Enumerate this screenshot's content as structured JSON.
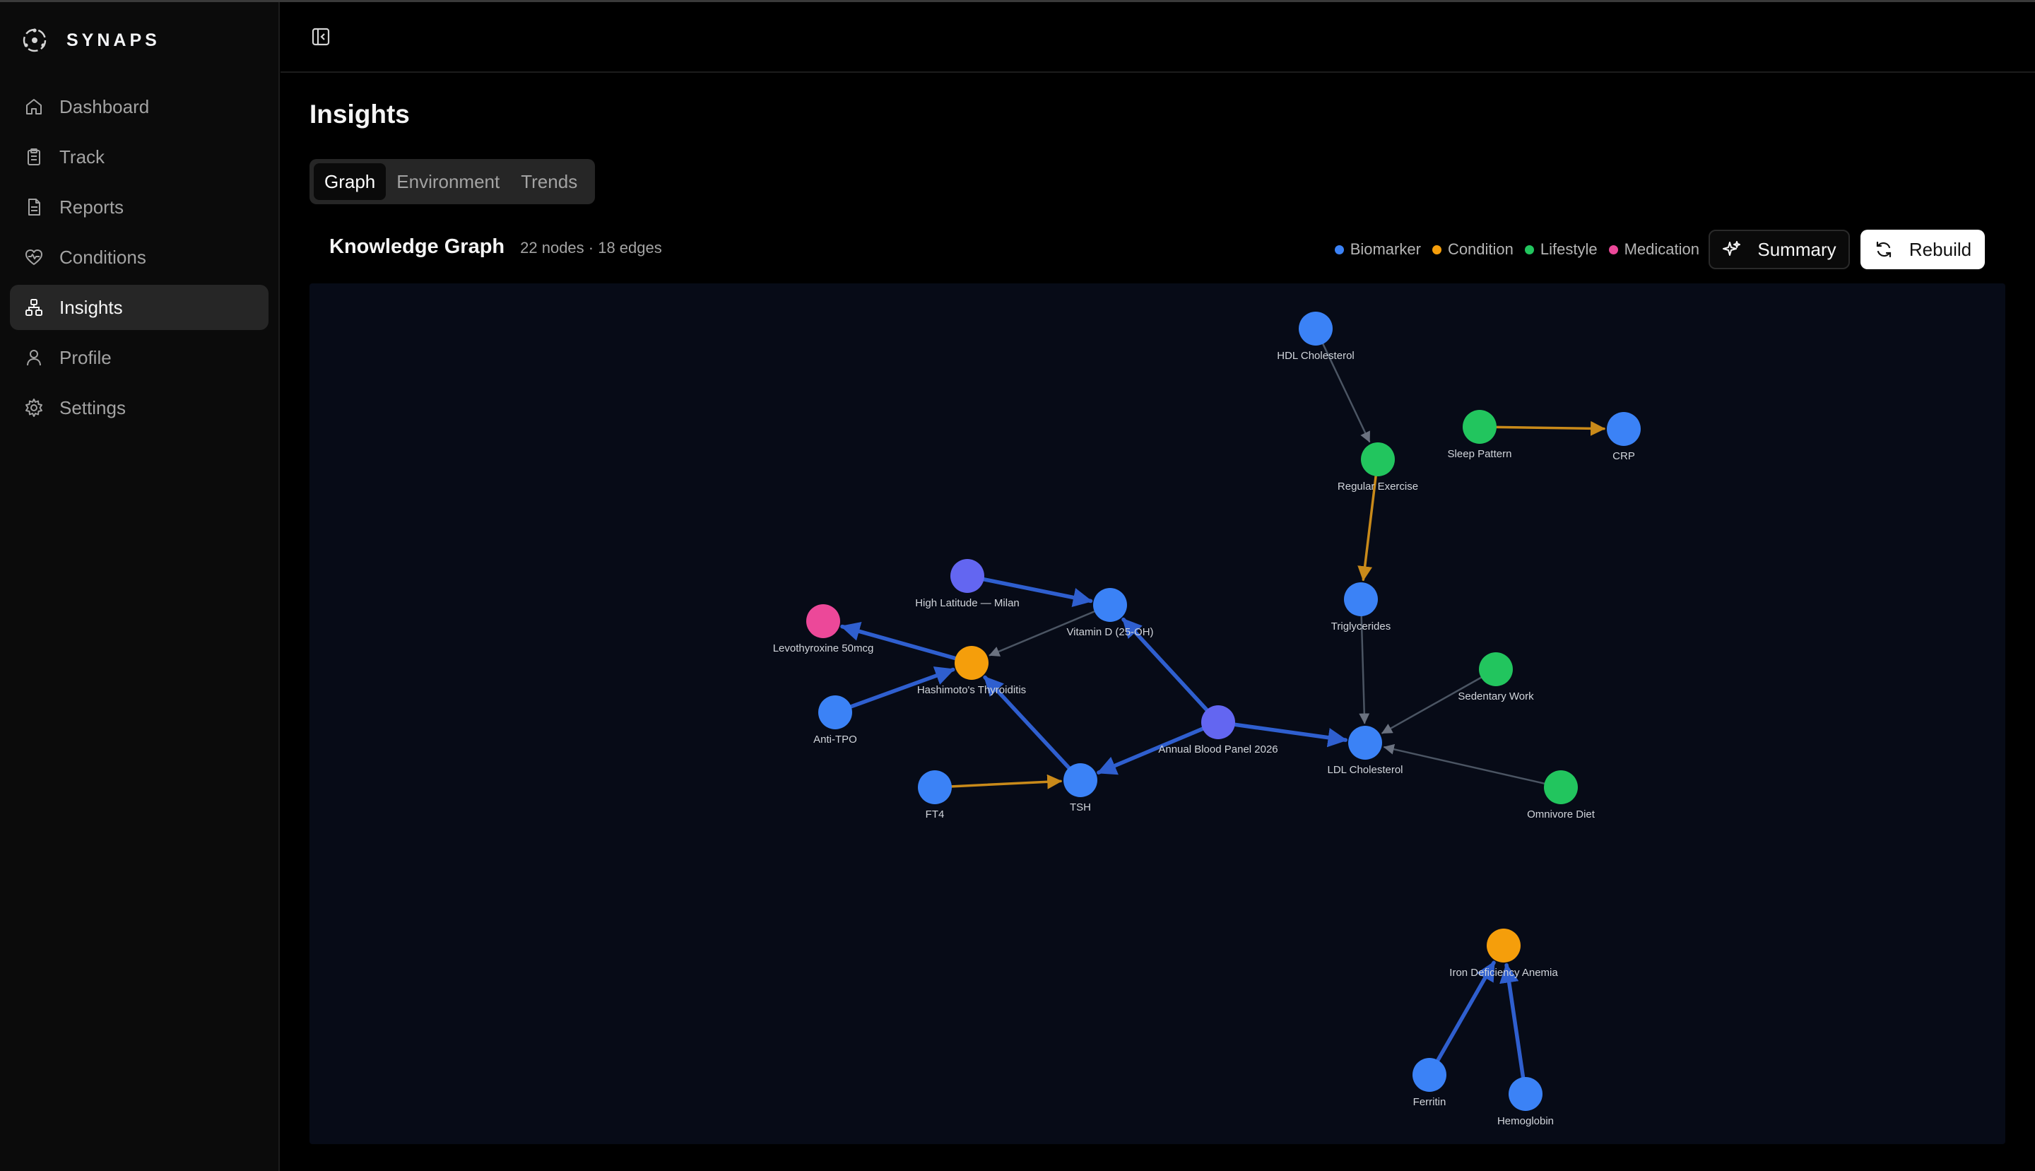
{
  "brand": {
    "name": "SYNAPS"
  },
  "nav": [
    {
      "id": "dashboard",
      "label": "Dashboard",
      "icon": "home-icon"
    },
    {
      "id": "track",
      "label": "Track",
      "icon": "clipboard-icon"
    },
    {
      "id": "reports",
      "label": "Reports",
      "icon": "file-text-icon"
    },
    {
      "id": "conditions",
      "label": "Conditions",
      "icon": "heart-pulse-icon"
    },
    {
      "id": "insights",
      "label": "Insights",
      "icon": "network-icon",
      "active": true
    },
    {
      "id": "profile",
      "label": "Profile",
      "icon": "user-icon"
    },
    {
      "id": "settings",
      "label": "Settings",
      "icon": "gear-icon"
    }
  ],
  "page": {
    "title": "Insights"
  },
  "tabs": [
    {
      "label": "Graph",
      "active": true
    },
    {
      "label": "Environment"
    },
    {
      "label": "Trends"
    }
  ],
  "graph": {
    "title": "Knowledge Graph",
    "meta": "22 nodes · 18 edges",
    "legend": [
      {
        "label": "Biomarker",
        "color": "#3b82f6"
      },
      {
        "label": "Condition",
        "color": "#f59e0b"
      },
      {
        "label": "Lifestyle",
        "color": "#22c55e"
      },
      {
        "label": "Medication",
        "color": "#ec4899"
      }
    ],
    "summary_label": "Summary",
    "rebuild_label": "Rebuild"
  },
  "colors": {
    "biomarker": "#3b82f6",
    "condition": "#f59e0b",
    "lifestyle": "#22c55e",
    "medication": "#ec4899",
    "source": "#6366f1",
    "edge_blue": "#2f5fcf",
    "edge_orange": "#c98a1a",
    "edge_gray": "#4b5563"
  },
  "knowledge_graph": {
    "nodes": [
      {
        "id": "hdl",
        "label": "HDL Cholesterol",
        "type": "biomarker"
      },
      {
        "id": "sleep",
        "label": "Sleep Pattern",
        "type": "lifestyle"
      },
      {
        "id": "crp",
        "label": "CRP",
        "type": "biomarker"
      },
      {
        "id": "exercise",
        "label": "Regular Exercise",
        "type": "lifestyle"
      },
      {
        "id": "trig",
        "label": "Triglycerides",
        "type": "biomarker"
      },
      {
        "id": "highlat",
        "label": "High Latitude — Milan",
        "type": "source"
      },
      {
        "id": "vitd",
        "label": "Vitamin D (25-OH)",
        "type": "biomarker"
      },
      {
        "id": "levo",
        "label": "Levothyroxine 50mcg",
        "type": "medication"
      },
      {
        "id": "hashi",
        "label": "Hashimoto's Thyroiditis",
        "type": "condition"
      },
      {
        "id": "antitpo",
        "label": "Anti-TPO",
        "type": "biomarker"
      },
      {
        "id": "panel",
        "label": "Annual Blood Panel 2026",
        "type": "source"
      },
      {
        "id": "sedentary",
        "label": "Sedentary Work",
        "type": "lifestyle"
      },
      {
        "id": "ldl",
        "label": "LDL Cholesterol",
        "type": "biomarker"
      },
      {
        "id": "omnivore",
        "label": "Omnivore Diet",
        "type": "lifestyle"
      },
      {
        "id": "ft4",
        "label": "FT4",
        "type": "biomarker"
      },
      {
        "id": "tsh",
        "label": "TSH",
        "type": "biomarker"
      },
      {
        "id": "iron",
        "label": "Iron Deficiency Anemia",
        "type": "condition"
      },
      {
        "id": "ferritin",
        "label": "Ferritin",
        "type": "biomarker"
      },
      {
        "id": "hemo",
        "label": "Hemoglobin",
        "type": "biomarker"
      }
    ],
    "edges": [
      {
        "from": "hdl",
        "to": "exercise",
        "style": "gray"
      },
      {
        "from": "sleep",
        "to": "crp",
        "style": "orange"
      },
      {
        "from": "exercise",
        "to": "trig",
        "style": "orange"
      },
      {
        "from": "highlat",
        "to": "vitd",
        "style": "blue"
      },
      {
        "from": "vitd",
        "to": "hashi",
        "style": "gray"
      },
      {
        "from": "hashi",
        "to": "levo",
        "style": "blue"
      },
      {
        "from": "antitpo",
        "to": "hashi",
        "style": "blue"
      },
      {
        "from": "tsh",
        "to": "hashi",
        "style": "blue"
      },
      {
        "from": "panel",
        "to": "vitd",
        "style": "blue"
      },
      {
        "from": "panel",
        "to": "tsh",
        "style": "blue"
      },
      {
        "from": "panel",
        "to": "ldl",
        "style": "blue"
      },
      {
        "from": "ft4",
        "to": "tsh",
        "style": "orange"
      },
      {
        "from": "trig",
        "to": "ldl",
        "style": "gray"
      },
      {
        "from": "sedentary",
        "to": "ldl",
        "style": "gray"
      },
      {
        "from": "omnivore",
        "to": "ldl",
        "style": "gray"
      },
      {
        "from": "ferritin",
        "to": "iron",
        "style": "blue"
      },
      {
        "from": "hemo",
        "to": "iron",
        "style": "blue"
      }
    ]
  }
}
